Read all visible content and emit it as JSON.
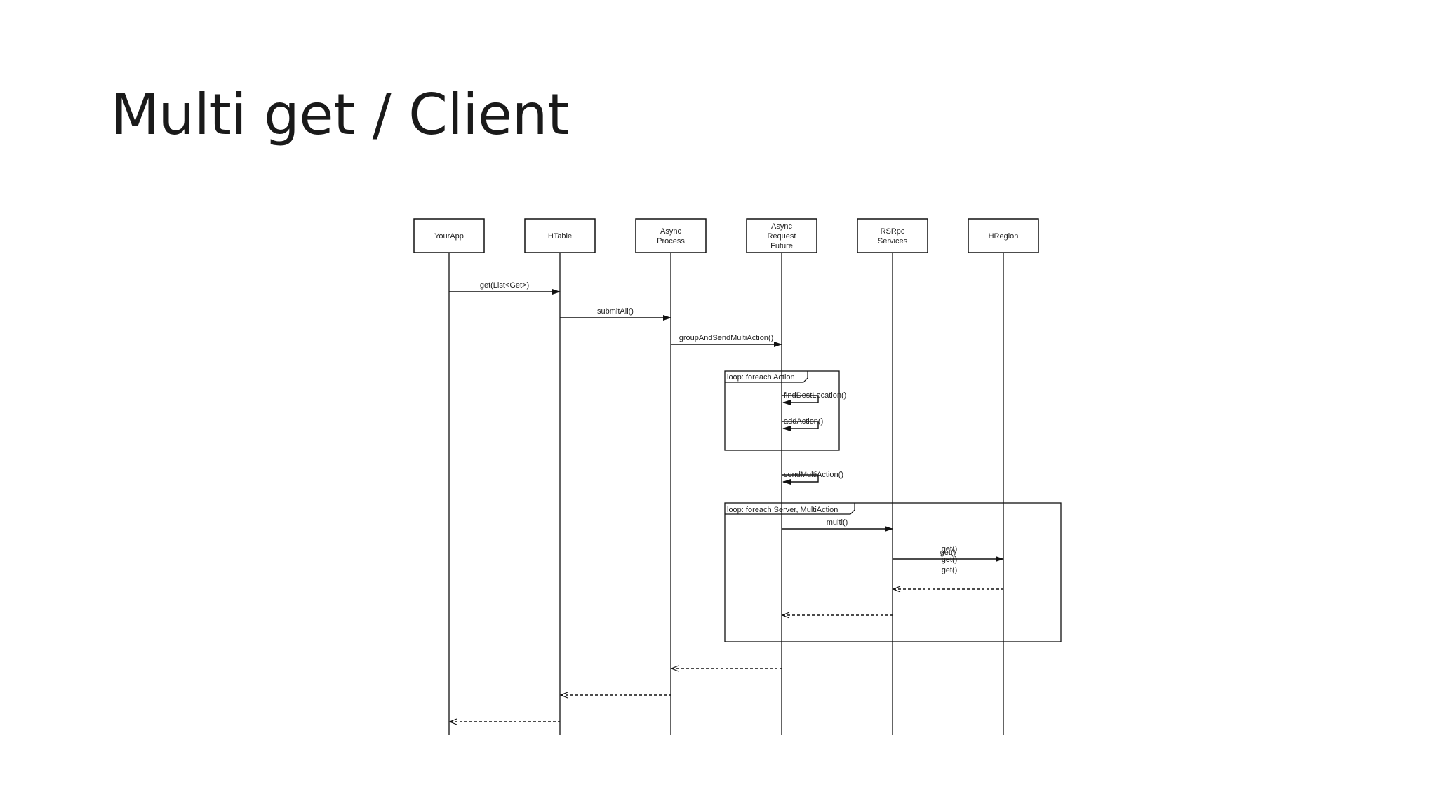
{
  "slide": {
    "title": "Multi get / Client"
  },
  "diagram": {
    "participants": [
      {
        "id": "yourapp",
        "lines": [
          "YourApp"
        ]
      },
      {
        "id": "htable",
        "lines": [
          "HTable"
        ]
      },
      {
        "id": "asyncprocess",
        "lines": [
          "Async",
          "Process"
        ]
      },
      {
        "id": "asyncrequestfuture",
        "lines": [
          "Async",
          "Request",
          "Future"
        ]
      },
      {
        "id": "rsrpcservices",
        "lines": [
          "RSRpc",
          "Services"
        ]
      },
      {
        "id": "hregion",
        "lines": [
          "HRegion"
        ]
      }
    ],
    "messages": [
      {
        "from": 0,
        "to": 1,
        "label": "get(List<Get>)",
        "style": "solid"
      },
      {
        "from": 1,
        "to": 2,
        "label": "submitAll()",
        "style": "solid"
      },
      {
        "from": 2,
        "to": 3,
        "label": "groupAndSendMultiAction()",
        "style": "solid"
      },
      {
        "from": 3,
        "to": 3,
        "label": "findDestLocation()",
        "style": "self"
      },
      {
        "from": 3,
        "to": 3,
        "label": "addAction()",
        "style": "self"
      },
      {
        "from": 3,
        "to": 3,
        "label": "sendMultiAction()",
        "style": "self"
      },
      {
        "from": 3,
        "to": 4,
        "label": "multi()",
        "style": "solid"
      },
      {
        "from": 4,
        "to": 5,
        "label": "get()",
        "style": "solid"
      },
      {
        "from": 5,
        "to": 4,
        "label": "",
        "style": "dashed"
      },
      {
        "from": 4,
        "to": 3,
        "label": "",
        "style": "dashed"
      },
      {
        "from": 3,
        "to": 2,
        "label": "",
        "style": "dashed"
      },
      {
        "from": 2,
        "to": 1,
        "label": "",
        "style": "dashed"
      },
      {
        "from": 1,
        "to": 0,
        "label": "",
        "style": "dashed"
      }
    ],
    "multi_get_labels": [
      "get()",
      "get()",
      "get()"
    ],
    "fragments": [
      {
        "label": "loop: foreach Action"
      },
      {
        "label": "loop: foreach Server, MultiAction"
      }
    ]
  }
}
